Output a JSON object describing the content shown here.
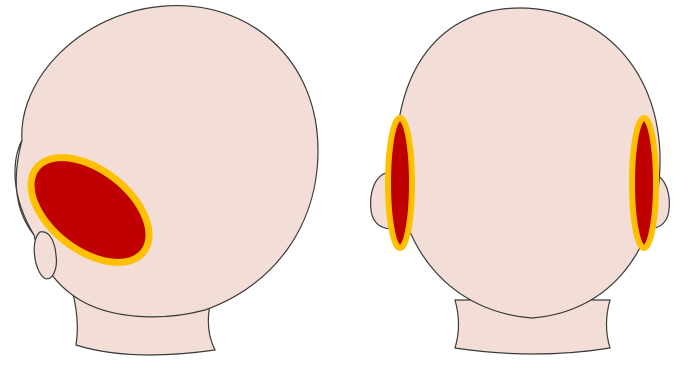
{
  "colors": {
    "background": "#ffffff",
    "skin": "#f2ded6",
    "outline": "#3a3a3a",
    "highlight_fill": "#c00000",
    "highlight_border": "#ffc000"
  },
  "figures": [
    {
      "view": "side-rear",
      "highlighted_regions": 1
    },
    {
      "view": "rear",
      "highlighted_regions": 2
    }
  ]
}
